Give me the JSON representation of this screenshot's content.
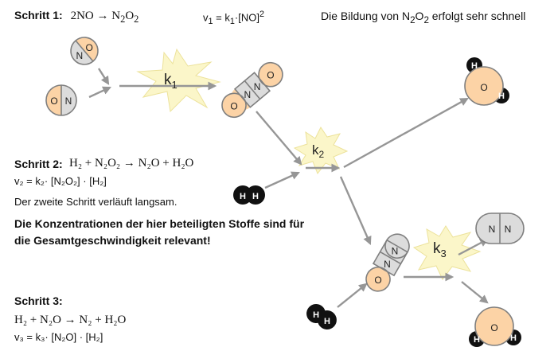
{
  "colors": {
    "oxygen": "#fcd3a6",
    "nitrogen": "#dcdcdc",
    "hydrogen": "#111111",
    "outline": "#7f7f7f",
    "arrow": "#969696",
    "starburst": "#fbf6c9"
  },
  "atoms": {
    "O": "O",
    "N": "N",
    "H": "H"
  },
  "step1": {
    "label": "Schritt 1:",
    "reaction": "2NO  → N",
    "reaction_sub": "2",
    "reaction_o": "O",
    "reaction_sub2": "2",
    "rate_prefix": "v",
    "rate_sub": "1",
    "rate_mid": " = k",
    "rate_k_sub": "1",
    "rate_rest": "·[NO]",
    "rate_sup": "2",
    "note_a": "Die Bildung von N",
    "note_sub": "2",
    "note_o": "O",
    "note_sub2": "2",
    "note_b": " erfolgt sehr schnell"
  },
  "step2": {
    "label": "Schritt 2:",
    "reaction": "H₂ + N₂O₂ → N₂O +  H₂O",
    "rate": "v₂ = k₂· [N₂O₂] · [H₂]",
    "note": "Der zweite Schritt verläuft langsam.",
    "bold_line1": "Die Konzentrationen der hier beteiligten Stoffe sind für",
    "bold_line2": "die Gesamtgeschwindigkeit relevant!"
  },
  "step3": {
    "label": "Schritt 3:",
    "reaction": "H₂ + N₂O → N₂ +  H₂O",
    "rate": "v₃ = k₃· [N₂O] · [H₂]"
  },
  "rate_constants": {
    "k1": "k",
    "k1_sub": "1",
    "k2": "k",
    "k2_sub": "2",
    "k3": "k",
    "k3_sub": "3"
  }
}
